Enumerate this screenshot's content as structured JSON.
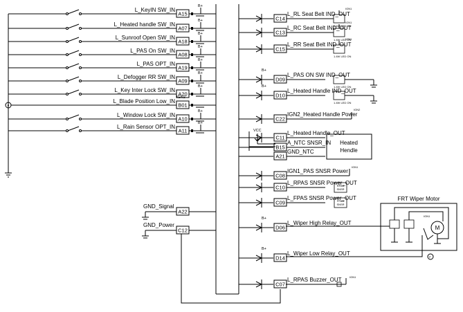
{
  "supply": {
    "bplus": "B+",
    "ign1": "IGN1",
    "ign2": "IGN2",
    "vcc": "VCC"
  },
  "left_signals": [
    {
      "label": "L_KeyIN SW_IN",
      "pin": "A15"
    },
    {
      "label": "L_Heated handle SW_IN",
      "pin": "A07"
    },
    {
      "label": "L_Sunroof Open SW_IN",
      "pin": "A18"
    },
    {
      "label": "L_PAS On SW_IN",
      "pin": "A08"
    },
    {
      "label": "L_PAS OPT_IN",
      "pin": "A19"
    },
    {
      "label": "L_Defogger RR SW_IN",
      "pin": "A09"
    },
    {
      "label": "L_Key Inter Lock SW_IN",
      "pin": "A20"
    },
    {
      "label": "L_Blade Position Low_IN",
      "pin": "B01"
    },
    {
      "label": "L_Window Lock SW_IN",
      "pin": "A10"
    },
    {
      "label": "L_Rain Sensor OPT_IN",
      "pin": "A11"
    }
  ],
  "ground_pins": [
    {
      "label": "GND_Signal",
      "pin": "A22"
    },
    {
      "label": "GND_Power",
      "pin": "C12"
    }
  ],
  "right_outputs": [
    {
      "label": "L_RL Seat Belt IND_OUT",
      "pin": "C14"
    },
    {
      "label": "L_RC Seat Belt IND_OUT",
      "pin": "C13"
    },
    {
      "label": "L_RR Seat Belt IND_OUT",
      "pin": "C15"
    },
    {
      "label": "L_PAS ON SW IND_OUT",
      "pin": "D09"
    },
    {
      "label": "L_Heated Handle IND_OUT",
      "pin": "D10"
    },
    {
      "label": "IGN2_Heated Handle Power",
      "pin": "C22"
    },
    {
      "label": "L_Heated Handle_OUT",
      "pin": "C11"
    },
    {
      "label": "A_NTC SNSR_IN",
      "pin": "B15"
    },
    {
      "label": "GND_NTC",
      "pin": "A21"
    },
    {
      "label": "IGN1_PAS SNSR Power",
      "pin": "C08"
    },
    {
      "label": "L_RPAS SNSR Power_OUT",
      "pin": "C10"
    },
    {
      "label": "L_FPAS SNSR Power_OUT",
      "pin": "C09"
    },
    {
      "label": "L_Wiper High Relay_OUT",
      "pin": "D06"
    },
    {
      "label": "L_Wiper Low Relay_OUT",
      "pin": "D14"
    },
    {
      "label": "L_RPAS Buzzer_OUT",
      "pin": "C07"
    }
  ],
  "indicators": {
    "led_label": "1.4W LED ON"
  },
  "heated_handle_box": {
    "line1": "Heated",
    "line2": "Hendle"
  },
  "sensor_boxes": {
    "rpas": [
      "RPAS",
      "SNSR"
    ],
    "fpas": [
      "FPAS",
      "SNSR"
    ]
  },
  "wiper_motor": {
    "title": "FRT Wiper Motor",
    "motor_symbol": "M"
  },
  "connector_circle_symbol": "P"
}
